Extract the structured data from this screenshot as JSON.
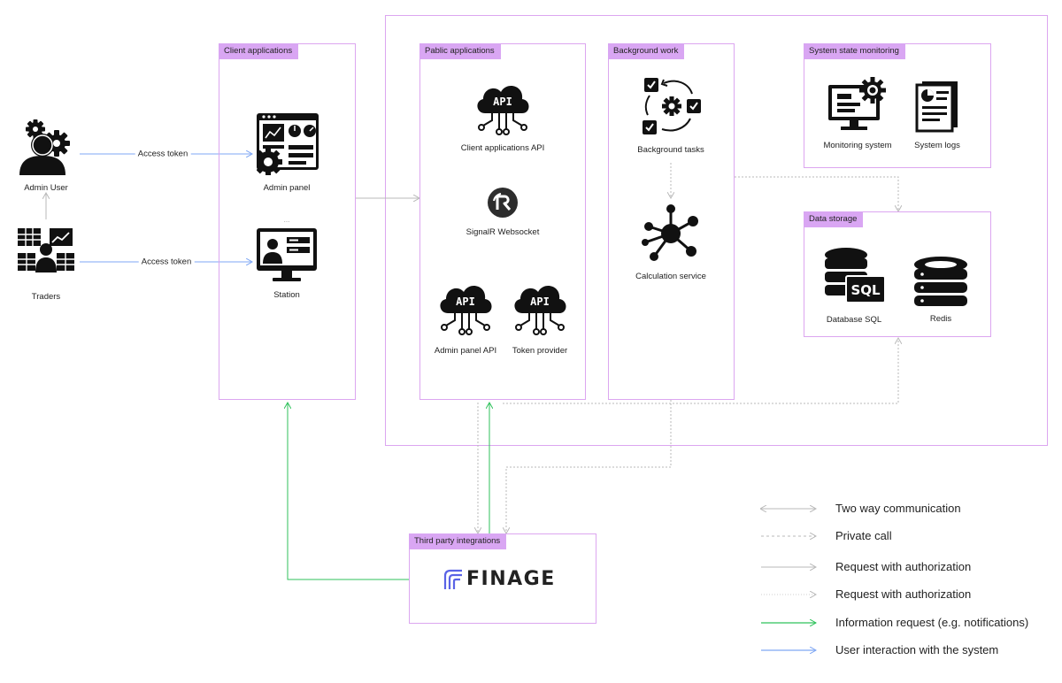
{
  "actors": {
    "admin_user": "Admin User",
    "traders": "Traders"
  },
  "edges": {
    "admin_token": "Access token",
    "traders_token": "Access token"
  },
  "groups": {
    "client_apps": {
      "title": "Client applications",
      "admin_panel": "Admin panel",
      "station_marker": "...",
      "station": "Station"
    },
    "public_apps": {
      "title": "Pablic applications",
      "client_api": "Client applications API",
      "signalr": "SignalR Websocket",
      "admin_api": "Admin panel API",
      "token_provider": "Token provider"
    },
    "background": {
      "title": "Background work",
      "tasks": "Background tasks",
      "calc": "Calculation service"
    },
    "monitoring": {
      "title": "System state monitoring",
      "system": "Monitoring system",
      "logs": "System logs"
    },
    "storage": {
      "title": "Data storage",
      "sql": "Database SQL",
      "redis": "Redis"
    },
    "third_party": {
      "title": "Third party integrations",
      "finage": "FINAGE"
    }
  },
  "icon_text": {
    "api": "API",
    "sql": "SQL"
  },
  "legend": [
    {
      "label": "Two way communication",
      "style": "two-way",
      "color": "#b9b9b9"
    },
    {
      "label": "Private call",
      "style": "dashed",
      "color": "#b9b9b9"
    },
    {
      "label": "Request with authorization",
      "style": "solid",
      "color": "#b9b9b9"
    },
    {
      "label": "Request with authorization",
      "style": "dotted",
      "color": "#cfcfcf"
    },
    {
      "label": "Information request (e.g. notifications)",
      "style": "solid",
      "color": "#2fc25b"
    },
    {
      "label": "User interaction with the system",
      "style": "solid",
      "color": "#7fa7f4"
    }
  ],
  "colors": {
    "box_border": "#dca6f0",
    "tag_bg": "#d9a6f3",
    "gray_line": "#b9b9b9",
    "green_line": "#2fc25b",
    "blue_line": "#7fa7f4",
    "finage_accent": "#5a63e6"
  }
}
